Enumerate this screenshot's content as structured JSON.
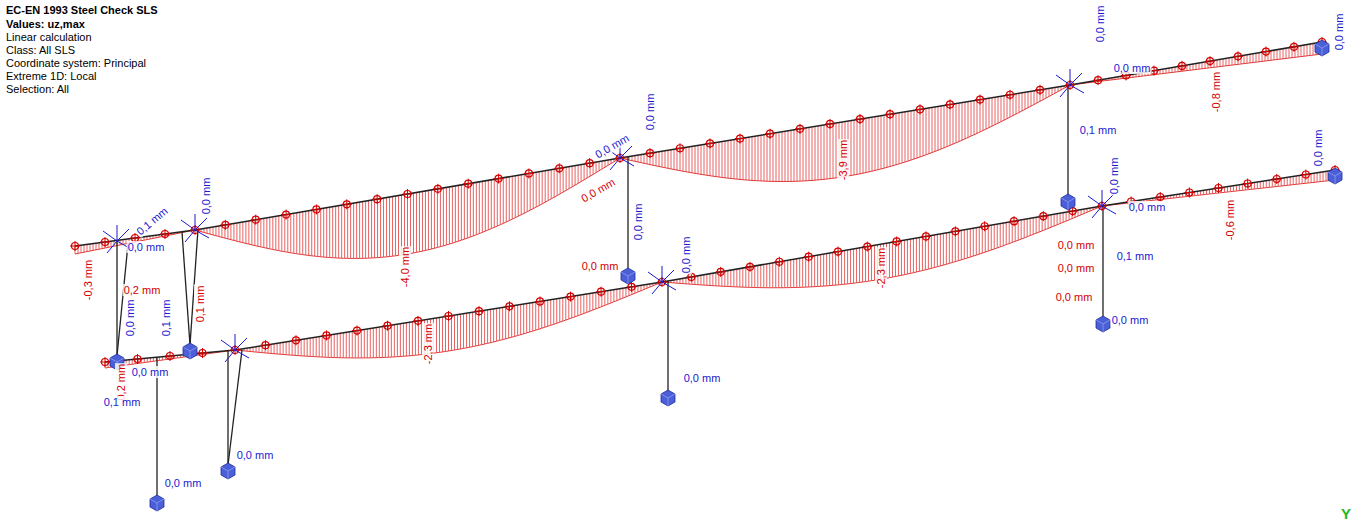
{
  "diagram": {
    "title": "EC-EN 1993 Steel Check SLS",
    "labels": [
      "Values: uz,max",
      "Linear calculation",
      "Class: All SLS",
      "Coordinate system: Principal",
      "Extreme 1D: Local",
      "Selection: All",
      "-4,0 mm",
      "-3,9 mm",
      "-0,8 mm",
      "-0,3 mm",
      "-2,3 mm",
      "-2,3 mm",
      "-0,6 mm",
      "-0,2 mm",
      "0,0 mm",
      "0,0 mm",
      "0,0 mm",
      "0,0 mm",
      "0,1 mm",
      "0,0 mm",
      "0,0 mm",
      "0,0 mm",
      "0,0 mm",
      "0,0 mm",
      "0,0 mm",
      "0,0 mm",
      "0,1 mm",
      "0,0 mm",
      "0,0 mm",
      "0,0 mm",
      "0,0 mm",
      "0,0 mm",
      "0,0 mm",
      "0,0 mm",
      "0,0 mm",
      "0,0 mm",
      "0,1 mm",
      "0,0 mm",
      "0,2 mm",
      "0,1 mm",
      "0,0 mm",
      "0,1 mm",
      "0,0 mm",
      "0,1 mm",
      "Y"
    ]
  }
}
